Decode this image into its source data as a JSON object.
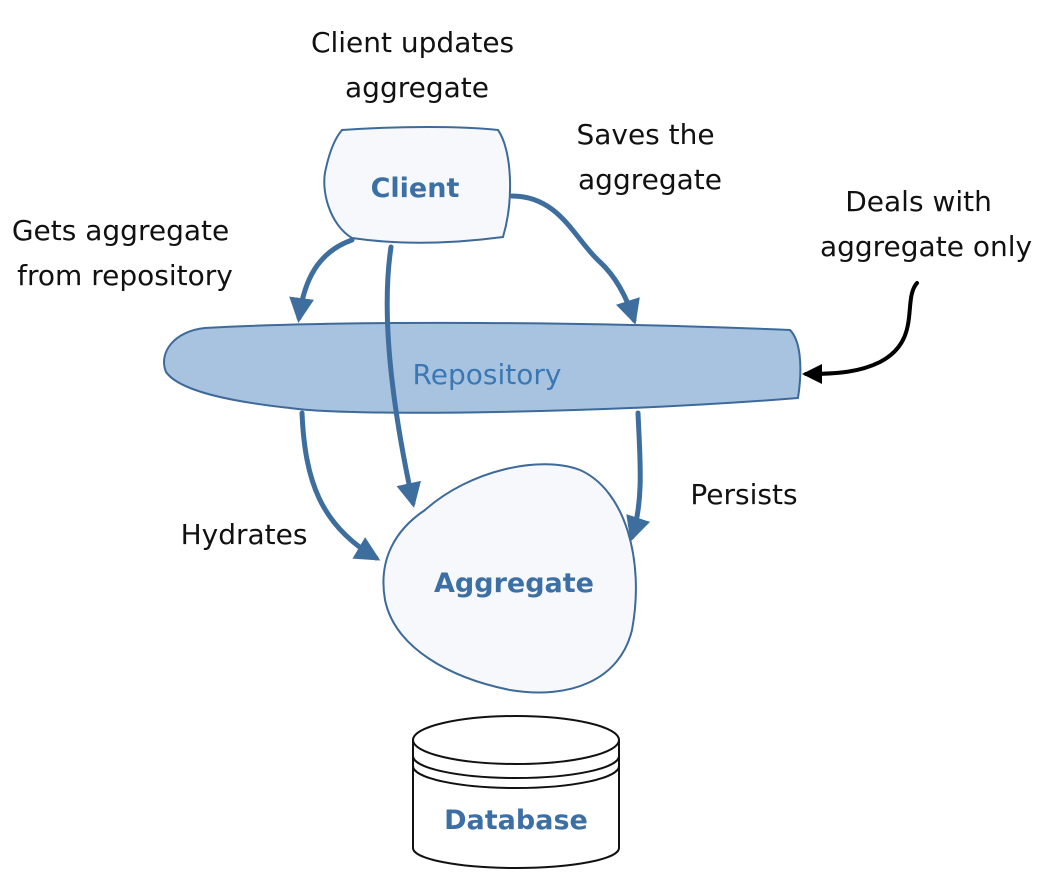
{
  "nodes": {
    "client": "Client",
    "repository": "Repository",
    "aggregate": "Aggregate",
    "database": "Database"
  },
  "annotations": {
    "client_updates": [
      "Client updates",
      "aggregate"
    ],
    "saves": [
      "Saves the",
      "aggregate"
    ],
    "gets": [
      "Gets aggregate",
      "from repository"
    ],
    "deals": [
      "Deals with",
      "aggregate only"
    ],
    "hydrates": "Hydrates",
    "persists": "Persists"
  },
  "colors": {
    "arrow": "#3e6e9e",
    "node_fill": "#f6f8fb",
    "node_stroke": "#3d6a99",
    "repository_fill": "#a8c3df",
    "black_arrow": "#000000"
  }
}
